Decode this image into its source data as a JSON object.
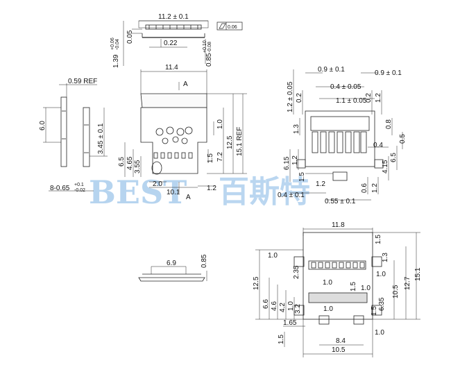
{
  "watermark": {
    "latin": "BEST",
    "chinese": "百斯特"
  },
  "top_view": {
    "width": "11.2 ± 0.1",
    "flatness": "0.06",
    "gap": "0.05",
    "pitch": "0.22",
    "height": "1.39",
    "height_tol_upper": "+0.06",
    "height_tol_lower": "-0.04",
    "offset": "0.85",
    "offset_tol_upper": "+0.10",
    "offset_tol_lower": "-0.08"
  },
  "side_view": {
    "ref": "0.59 REF",
    "height": "6.0",
    "thickness": "3.45 ± 0.1",
    "pins": "8-0.65",
    "pins_tol_upper": "+0.1",
    "pins_tol_lower": "-0.02"
  },
  "front_view": {
    "width": "11.4",
    "section_a_top": "A",
    "section_a_bottom": "A",
    "d_1_0": "1.0",
    "d_12_5": "12.5",
    "d_15_1_ref": "15.1 REF",
    "d_7_2": "7.2",
    "d_1_5": "1.5",
    "d_6_5": "6.5",
    "d_4_65": "4.65",
    "d_3_55": "3.55",
    "d_2_0": "2.0",
    "d_10_1": "10.1",
    "d_1_2": "1.2"
  },
  "pcb_layout": {
    "d_0_9_a": "0.9 ± 0.1",
    "d_0_9_b": "0.9 ± 0.1",
    "d_1_2_tol": "1.2 ± 0.05",
    "d_0_4": "0.4 ± 0.05",
    "d_0_2_left": "0.2",
    "d_1_1": "1.1 ± 0.05",
    "d_0_2_r1": "0.2",
    "d_1_2_r": "1.2",
    "d_0_8": "0.8",
    "d_1_3": "1.3",
    "d_0_4_r": "0.4",
    "d_0_5": "0.5",
    "d_6_5": "6.5",
    "d_4_15": "4.15",
    "d_6_15": "6.15",
    "d_1_2_left": "1.2",
    "d_1_5": "1.5",
    "d_0_6": "0.6",
    "d_1_2_bot": "1.2",
    "d_1_2_mid": "1.2",
    "d_0_4_bot": "0.4 ± 0.1",
    "d_0_55": "0.55 ± 0.1"
  },
  "profile_view": {
    "width": "6.9",
    "height": "0.85"
  },
  "bottom_layout": {
    "d_11_8": "11.8",
    "d_1_5_tr": "1.5",
    "d_1_0_tl": "1.0",
    "d_1_3": "1.3",
    "d_1_0_r": "1.0",
    "d_15_1": "15.1",
    "d_12_7": "12.7",
    "d_10_5_r": "10.5",
    "d_12_5": "12.5",
    "d_2_35": "2.35",
    "d_6_6": "6.6",
    "d_4_6": "4.6",
    "d_4_2": "4.2",
    "d_1_0_l": "1.0",
    "d_3_2": "3.2",
    "d_1_0_mid": "1.0",
    "d_1_5_mid": "1.5",
    "d_1_0_mid2": "1.0",
    "d_6_35": "6.35",
    "d_1_5_r2": "1.5",
    "d_1_0_c": "1.0",
    "d_1_65": "1.65",
    "d_1_5_bl": "1.5",
    "d_1_0_br": "1.0",
    "d_8_4": "8.4",
    "d_10_5": "10.5"
  }
}
